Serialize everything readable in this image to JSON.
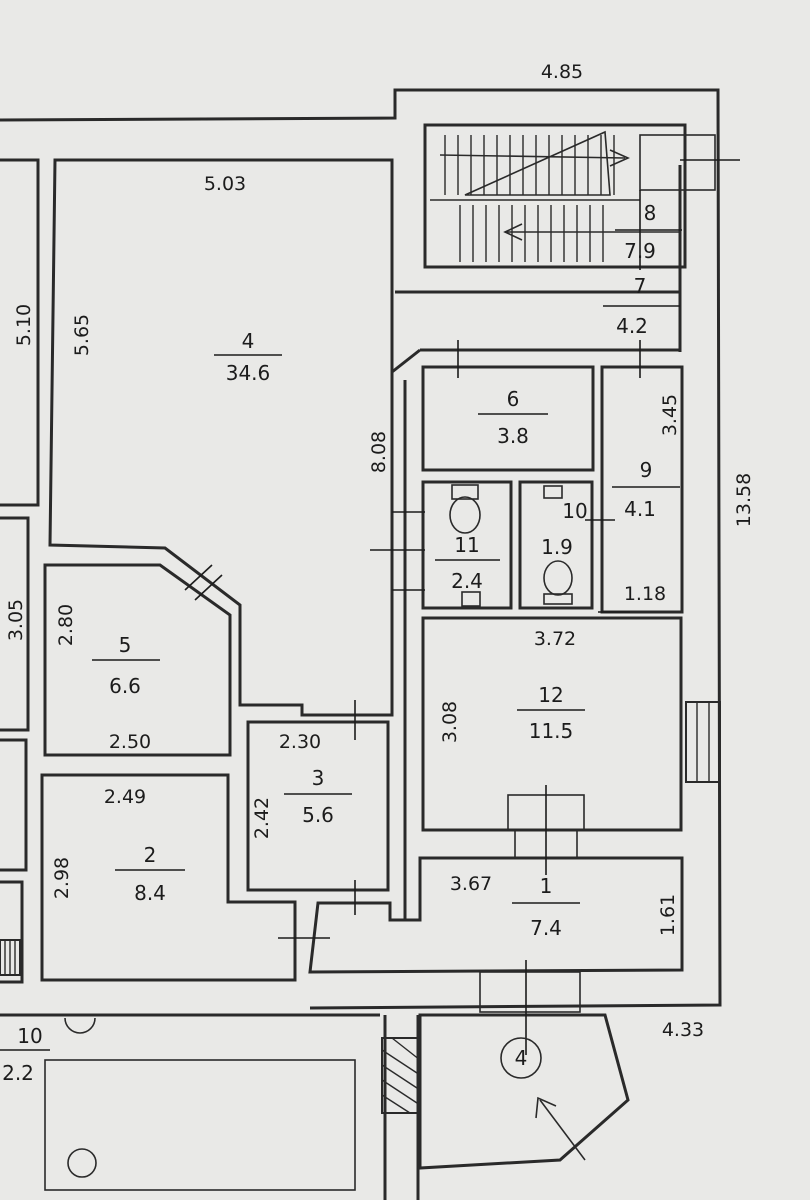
{
  "rooms": [
    {
      "number": "4",
      "area": "34.6"
    },
    {
      "number": "5",
      "area": "6.6"
    },
    {
      "number": "2",
      "area": "8.4"
    },
    {
      "number": "3",
      "area": "5.6"
    },
    {
      "number": "6",
      "area": "3.8"
    },
    {
      "number": "11",
      "area": "2.4"
    },
    {
      "number": "10",
      "area": "1.9"
    },
    {
      "number": "9",
      "area": "4.1"
    },
    {
      "number": "12",
      "area": "11.5"
    },
    {
      "number": "1",
      "area": "7.4"
    },
    {
      "number": "8",
      "area": "7.9"
    },
    {
      "number": "7",
      "area": "4.2"
    },
    {
      "number": "10",
      "area": "2.2"
    }
  ],
  "dimensions": {
    "top_width": "4.85",
    "room4_width": "5.03",
    "room4_height": "5.65",
    "left_edge_upper": "5.10",
    "left_edge_lower": "3.05",
    "corridor_height": "8.08",
    "room5_height": "2.80",
    "room5_width": "2.50",
    "room2_width": "2.49",
    "room2_height": "2.98",
    "room3_width": "2.30",
    "room3_height": "2.42",
    "room9_height": "3.45",
    "total_height": "13.58",
    "room9_width": "1.18",
    "room12_width": "3.72",
    "room12_height": "3.08",
    "room1_width": "3.67",
    "room1_height": "1.61",
    "entrance_width": "4.33"
  },
  "entrance_marker": "4"
}
